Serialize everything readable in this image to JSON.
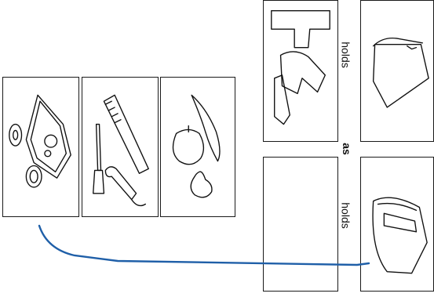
{
  "analogy": {
    "top_relation": "holds",
    "middle_word": "as",
    "bottom_relation": "holds"
  },
  "cards": {
    "left_options": [
      {
        "icon": "coins-wallet-icon"
      },
      {
        "icon": "tools-icon"
      },
      {
        "icon": "fruit-icon"
      }
    ],
    "top_left": {
      "icon": "clothes-icon"
    },
    "top_right": {
      "icon": "suitcase-icon"
    },
    "bottom_left": {
      "icon": "empty-card"
    },
    "bottom_right": {
      "icon": "purse-icon"
    }
  },
  "connector": {
    "color": "#1f5fa8"
  }
}
